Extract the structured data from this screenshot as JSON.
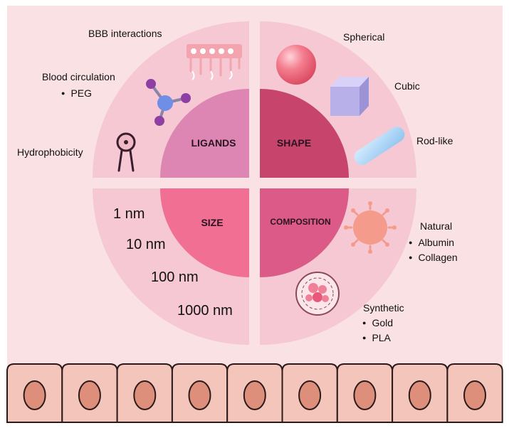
{
  "quadrants": {
    "ligands": {
      "title": "LIGANDS",
      "items": {
        "bbb": "BBB interactions",
        "blood": "Blood circulation",
        "peg": "PEG",
        "hydro": "Hydrophobicity"
      }
    },
    "shape": {
      "title": "SHAPE",
      "items": {
        "spherical": "Spherical",
        "cubic": "Cubic",
        "rod": "Rod-like"
      }
    },
    "size": {
      "title": "SIZE",
      "items": [
        "1 nm",
        "10 nm",
        "100 nm",
        "1000 nm"
      ]
    },
    "composition": {
      "title": "COMPOSITION",
      "natural": {
        "label": "Natural",
        "items": [
          "Albumin",
          "Collagen"
        ]
      },
      "synthetic": {
        "label": "Synthetic",
        "items": [
          "Gold",
          "PLA"
        ]
      }
    }
  },
  "colors": {
    "background": "#f9e1e4",
    "outer_quadrant": "#f6c8d3",
    "ligands_core": "#dd86b4",
    "shape_core": "#c7446c",
    "size_core": "#f06f93",
    "composition_core": "#dc5a87",
    "cell_fill": "#f4c6bb",
    "nucleus_fill": "#de8f7b"
  }
}
